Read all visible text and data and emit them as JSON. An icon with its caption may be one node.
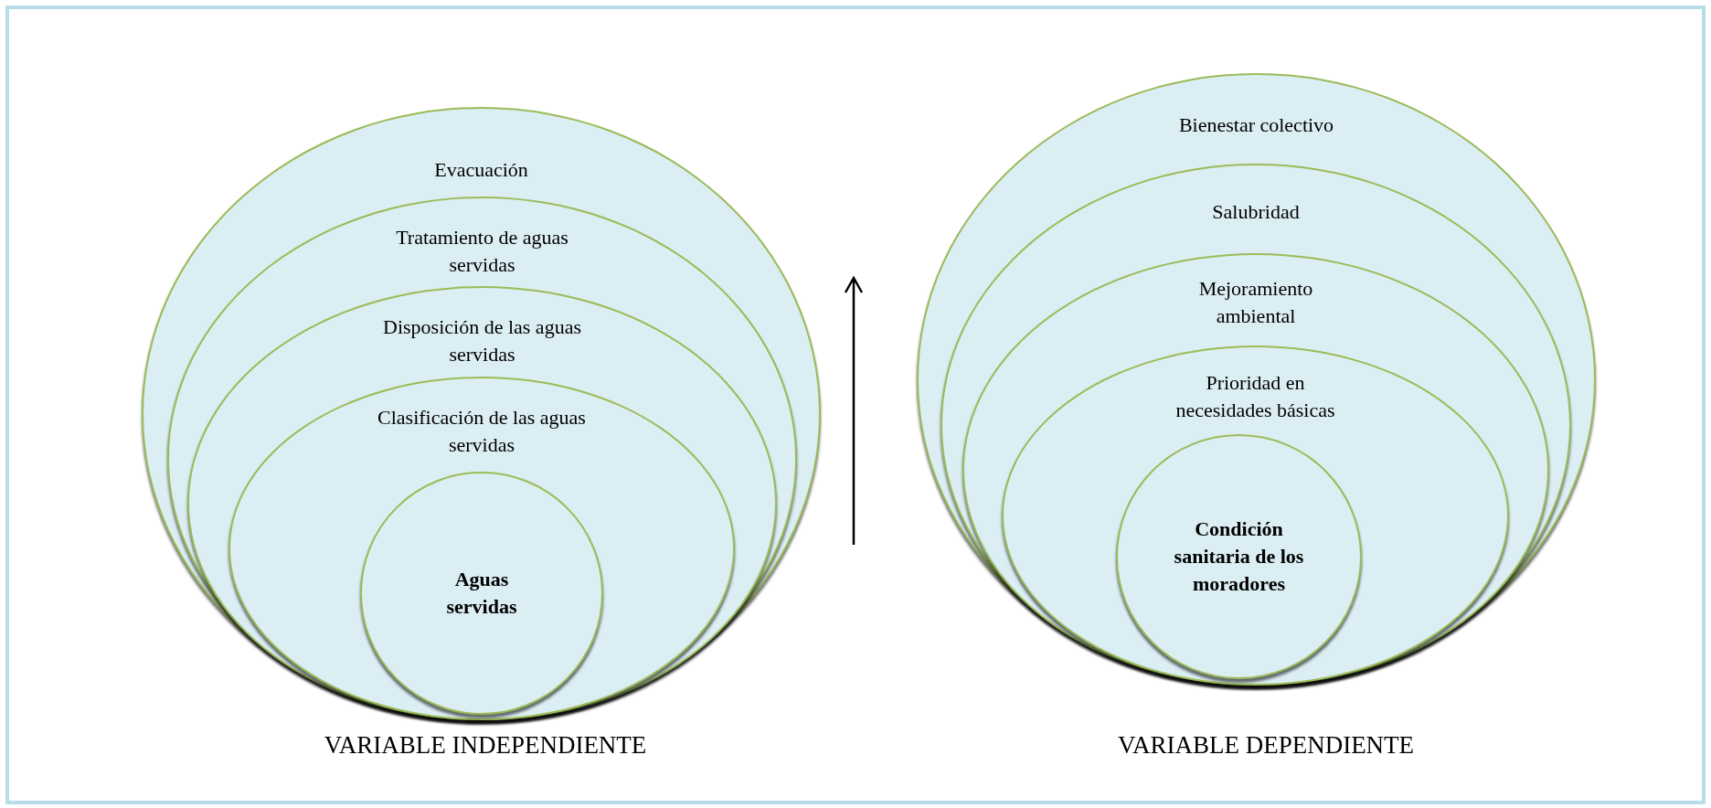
{
  "diagram": {
    "nodes": [
      {
        "text": [
          "Evacuación"
        ]
      },
      {
        "text": [
          "Tratamiento de aguas servidas"
        ],
        "in": 0
      },
      {
        "text": [
          "Disposición de las aguas servidas"
        ],
        "in": 1
      },
      {
        "text": [
          "Clasificación de las aguas servidas"
        ],
        "in": 2
      },
      {
        "text": [
          "Aguas servidas"
        ],
        "in": 3
      },
      {
        "text": [
          "Bienestar colectivo"
        ]
      },
      {
        "text": [
          "Salubridad"
        ],
        "in": 5
      },
      {
        "text": [
          "Mejoramiento ambiental"
        ],
        "in": 6
      },
      {
        "text": [
          "Prioridad en necesidades básicas"
        ],
        "in": 7
      },
      {
        "text": [
          "Condición sanitaria de los moradores"
        ],
        "in": 8
      }
    ],
    "labels": [
      "VARIABLE INDEPENDIENTE",
      "VARIABLE DEPENDIENTE"
    ]
  }
}
